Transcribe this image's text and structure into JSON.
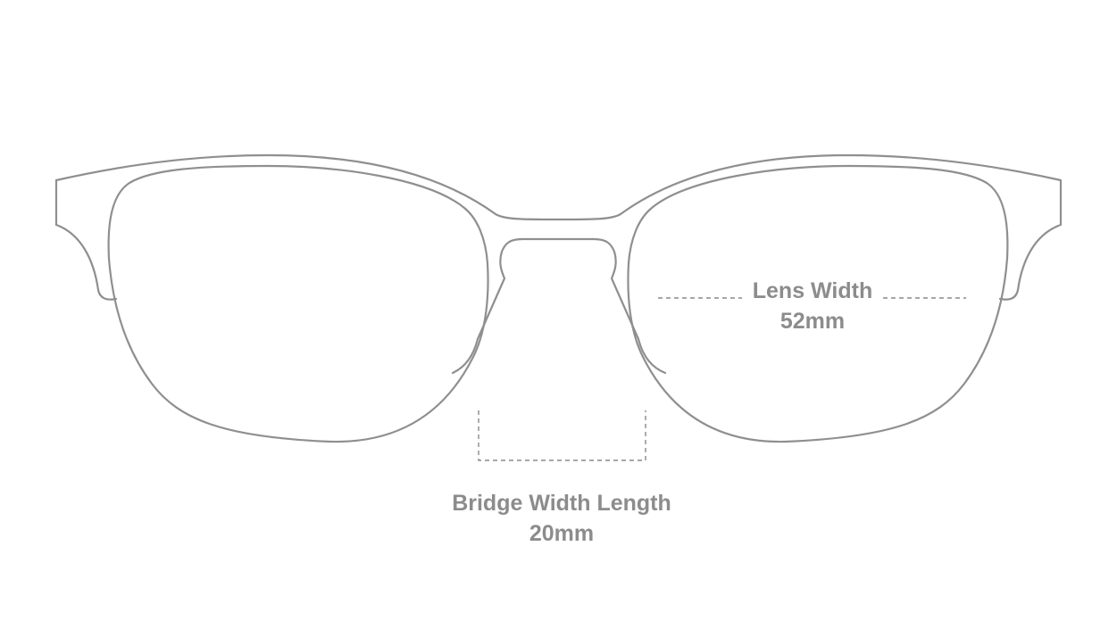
{
  "measurements": {
    "lens_width": {
      "label": "Lens Width",
      "value": "52mm"
    },
    "bridge_width": {
      "label": "Bridge Width Length",
      "value": "20mm"
    }
  },
  "colors": {
    "outline": "#8f8f8f",
    "text": "#8c8c8c",
    "background": "#ffffff"
  }
}
